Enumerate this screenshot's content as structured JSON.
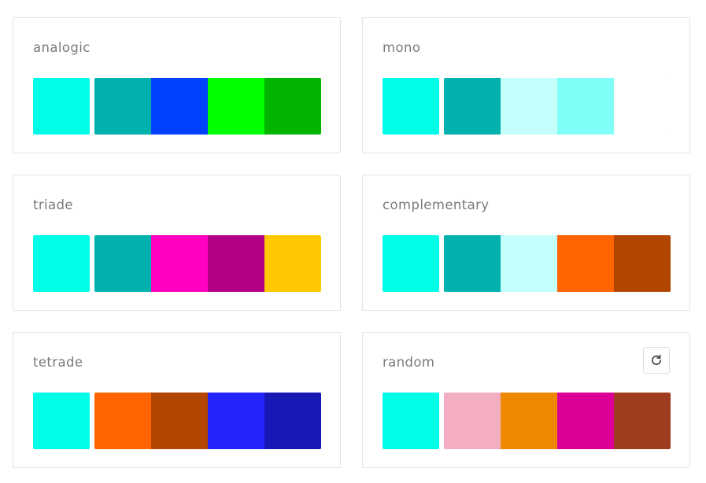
{
  "palettes": [
    {
      "title": "analogic",
      "base": "#00fde8",
      "colors": [
        "#00b1ad",
        "#0040ff",
        "#00ff00",
        "#00b400"
      ]
    },
    {
      "title": "mono",
      "base": "#00fde8",
      "colors": [
        "#00b1ad",
        "#c4fffb",
        "#80fff8",
        "#ffffff"
      ]
    },
    {
      "title": "triade",
      "base": "#00fde8",
      "colors": [
        "#00b1ad",
        "#ff00c0",
        "#b20086",
        "#ffc800"
      ]
    },
    {
      "title": "complementary",
      "base": "#00fde8",
      "colors": [
        "#00b1ad",
        "#c4fffb",
        "#ff6400",
        "#b24500"
      ]
    },
    {
      "title": "tetrade",
      "base": "#00fde8",
      "colors": [
        "#ff6400",
        "#b24500",
        "#2424ff",
        "#1818b4"
      ]
    },
    {
      "title": "random",
      "base": "#00fde8",
      "colors": [
        "#f3aec2",
        "#ed8800",
        "#dd0098",
        "#a03c20"
      ],
      "refresh_icon": "refresh-icon"
    }
  ]
}
